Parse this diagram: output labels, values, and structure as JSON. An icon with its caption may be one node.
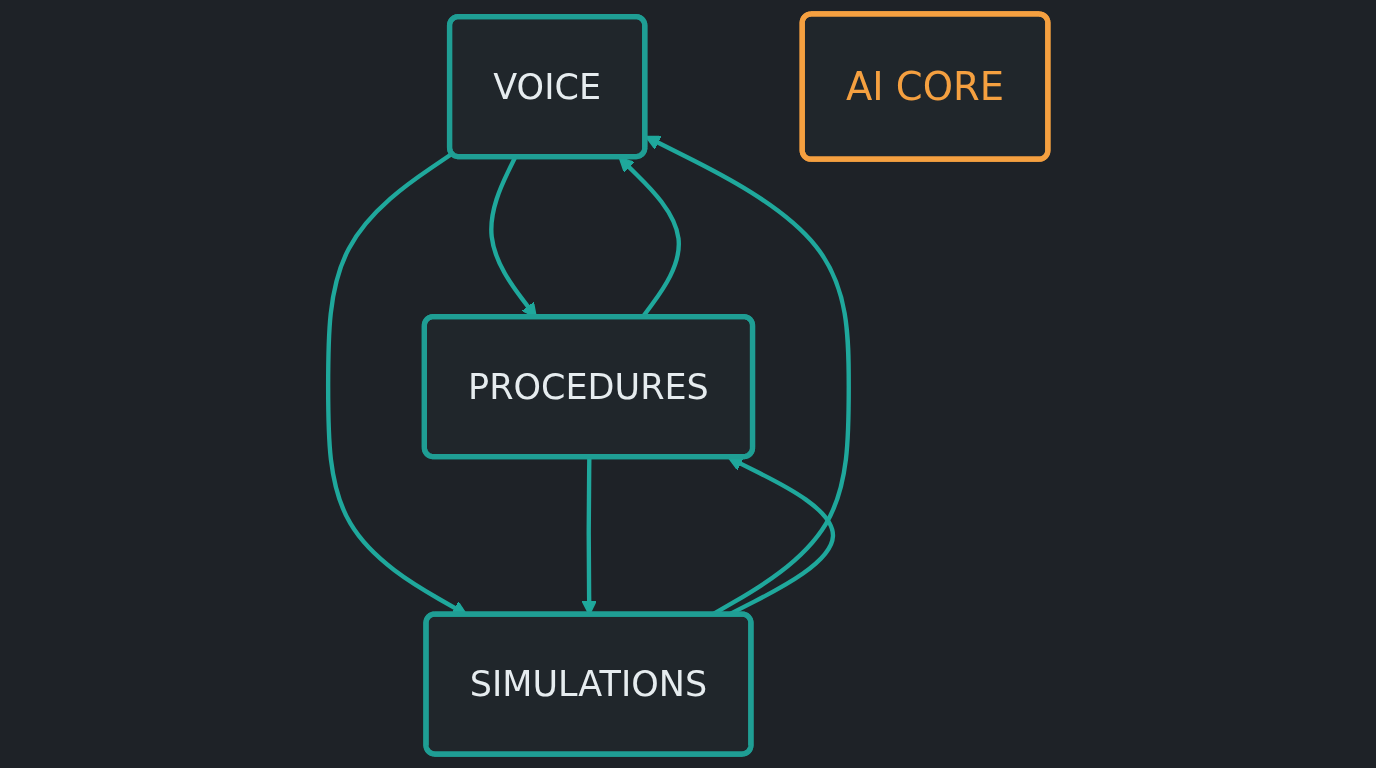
{
  "diagram": {
    "nodes": [
      {
        "text": [
          "VOICE"
        ]
      },
      {
        "text": [
          "AI CORE"
        ]
      },
      {
        "text": [
          "PROCEDURES"
        ]
      },
      {
        "text": [
          "SIMULATIONS"
        ]
      }
    ],
    "edges": [
      {
        "from": 2,
        "to": 0,
        "arrow": "to"
      },
      {
        "from": 0,
        "to": 2,
        "arrow": "to"
      },
      {
        "from": 0,
        "to": 3,
        "arrow": "to"
      },
      {
        "from": 3,
        "to": 0,
        "arrow": "to"
      },
      {
        "from": 2,
        "to": 3,
        "arrow": "to"
      },
      {
        "from": 3,
        "to": 2,
        "arrow": "to"
      }
    ]
  }
}
